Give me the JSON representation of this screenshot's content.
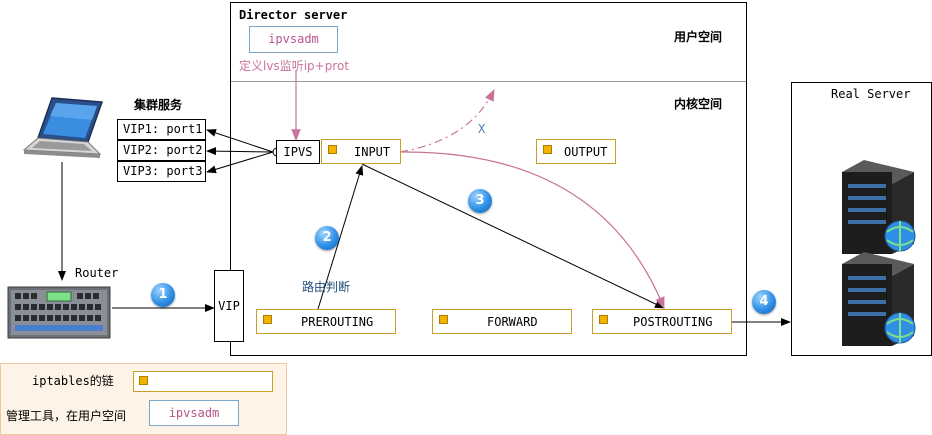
{
  "director": {
    "title": "Director server",
    "user_space_label": "用户空间",
    "kernel_space_label": "内核空间",
    "ipvsadm_box": "ipvsadm",
    "ipvsadm_note": "定义lvs监听ip+prot"
  },
  "cluster": {
    "title": "集群服务",
    "vips": [
      "VIP1: port1",
      "VIP2: port2",
      "VIP3: port3"
    ]
  },
  "chains": {
    "ipvs": "IPVS",
    "input": "INPUT",
    "output": "OUTPUT",
    "prerouting": "PREROUTING",
    "forward": "FORWARD",
    "postrouting": "POSTROUTING"
  },
  "vip_label": "VIP",
  "router_label": "Router",
  "routing_note": "路由判断",
  "blocked_mark": "X",
  "steps": [
    "1",
    "2",
    "3",
    "4"
  ],
  "real_server": {
    "title": "Real Server"
  },
  "legend": {
    "chain_label": "iptables的链",
    "tool_label": "管理工具，在用户空间",
    "tool_box": "ipvsadm"
  },
  "colors": {
    "chain_border": "#c9a02a",
    "chain_marker": "#f0b400",
    "pink": "#c9739b",
    "legend_bg": "#fdf3e7",
    "step_circle": "#2f8fe6"
  }
}
